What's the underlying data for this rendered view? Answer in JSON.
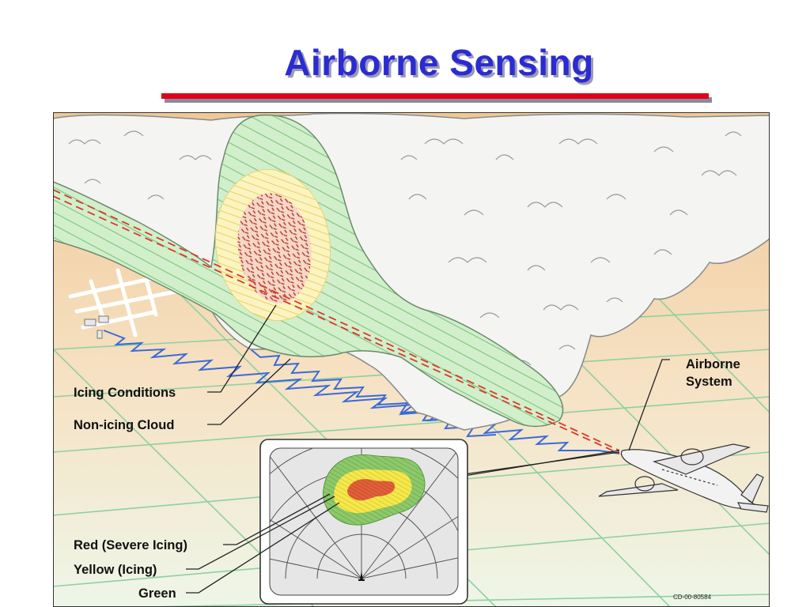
{
  "slide": {
    "title": "Airborne Sensing"
  },
  "diagram": {
    "labels": {
      "airborne_system": [
        "Airborne",
        "System"
      ],
      "icing_conditions": "Icing Conditions",
      "non_icing_cloud": "Non-icing Cloud",
      "red": "Red (Severe Icing)",
      "yellow": "Yellow (Icing)",
      "green": "Green"
    },
    "figure_code": "CD-00-80584"
  },
  "colors": {
    "title": "#2b2bd2",
    "rule": "#e0001b",
    "ground": "#f2d3a8",
    "grid": "#8fd0a0",
    "cloud": "#f4f4f2",
    "non_icing_zone": "#cdeec8",
    "icing_zone": "#fbf2b5",
    "severe_zone": "#f2bca8",
    "display_green": "#8ec86a",
    "display_yellow": "#f4e94a",
    "display_red": "#e0603a",
    "signal": "#3a6ad8"
  }
}
